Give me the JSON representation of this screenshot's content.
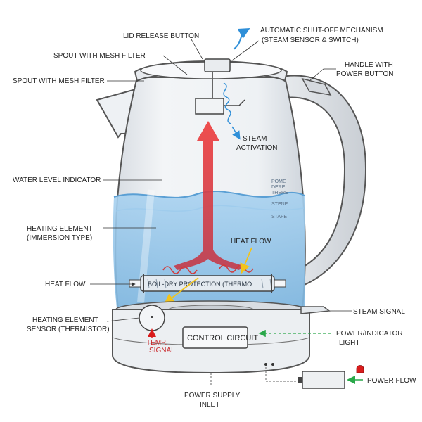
{
  "labels": {
    "lid_release": "LID RELEASE BUTTON",
    "auto_shutoff_line1": "AUTOMATIC SHUT-OFF MECHANISM",
    "auto_shutoff_line2": "(STEAM SENSOR & SWITCH)",
    "spout_top": "SPOUT WITH MESH FILTER",
    "spout_left": "SPOUT WITH MESH FILTER",
    "handle_line1": "HANDLE WITH",
    "handle_line2": "POWER BUTTON",
    "steam_activation_line1": "STEAM",
    "steam_activation_line2": "ACTIVATION",
    "water_level": "WATER LEVEL INDICATOR",
    "heating_element_line1": "HEATING ELEMENT",
    "heating_element_line2": "(IMMERSION TYPE)",
    "heat_flow_inner": "HEAT FLOW",
    "heat_flow_left": "HEAT FLOW",
    "boil_dry": "BOIL-DRY PROTECTION (THERMO",
    "sensor_line1": "HEATING ELEMENT",
    "sensor_line2": "SENSOR (THERMISTOR)",
    "temp_signal_line1": "TEMP.",
    "temp_signal_line2": "SIGNAL",
    "control_circuit": "CONTROL CIRCUIT",
    "steam_signal": "STEAM SIGNAL",
    "power_indicator_line1": "POWER/INDICATOR",
    "power_indicator_line2": "LIGHT",
    "power_supply_line1": "POWER SUPPLY",
    "power_supply_line2": "INLET",
    "power_flow": "POWER FLOW"
  },
  "scale_marks": [
    "POME",
    "DERE",
    "THERE",
    "STENE",
    "STAFE"
  ],
  "colors": {
    "water": "#8cc2e8",
    "water_surface": "#5a9fd4",
    "heat_arrow": "#e23a3a",
    "heat_wave": "#d23a3a",
    "signal_yellow": "#f2c31a",
    "steam_blue": "#2f8fd8",
    "power_green": "#2aa84a",
    "indicator_red": "#d91c1c",
    "outline": "#444444"
  }
}
